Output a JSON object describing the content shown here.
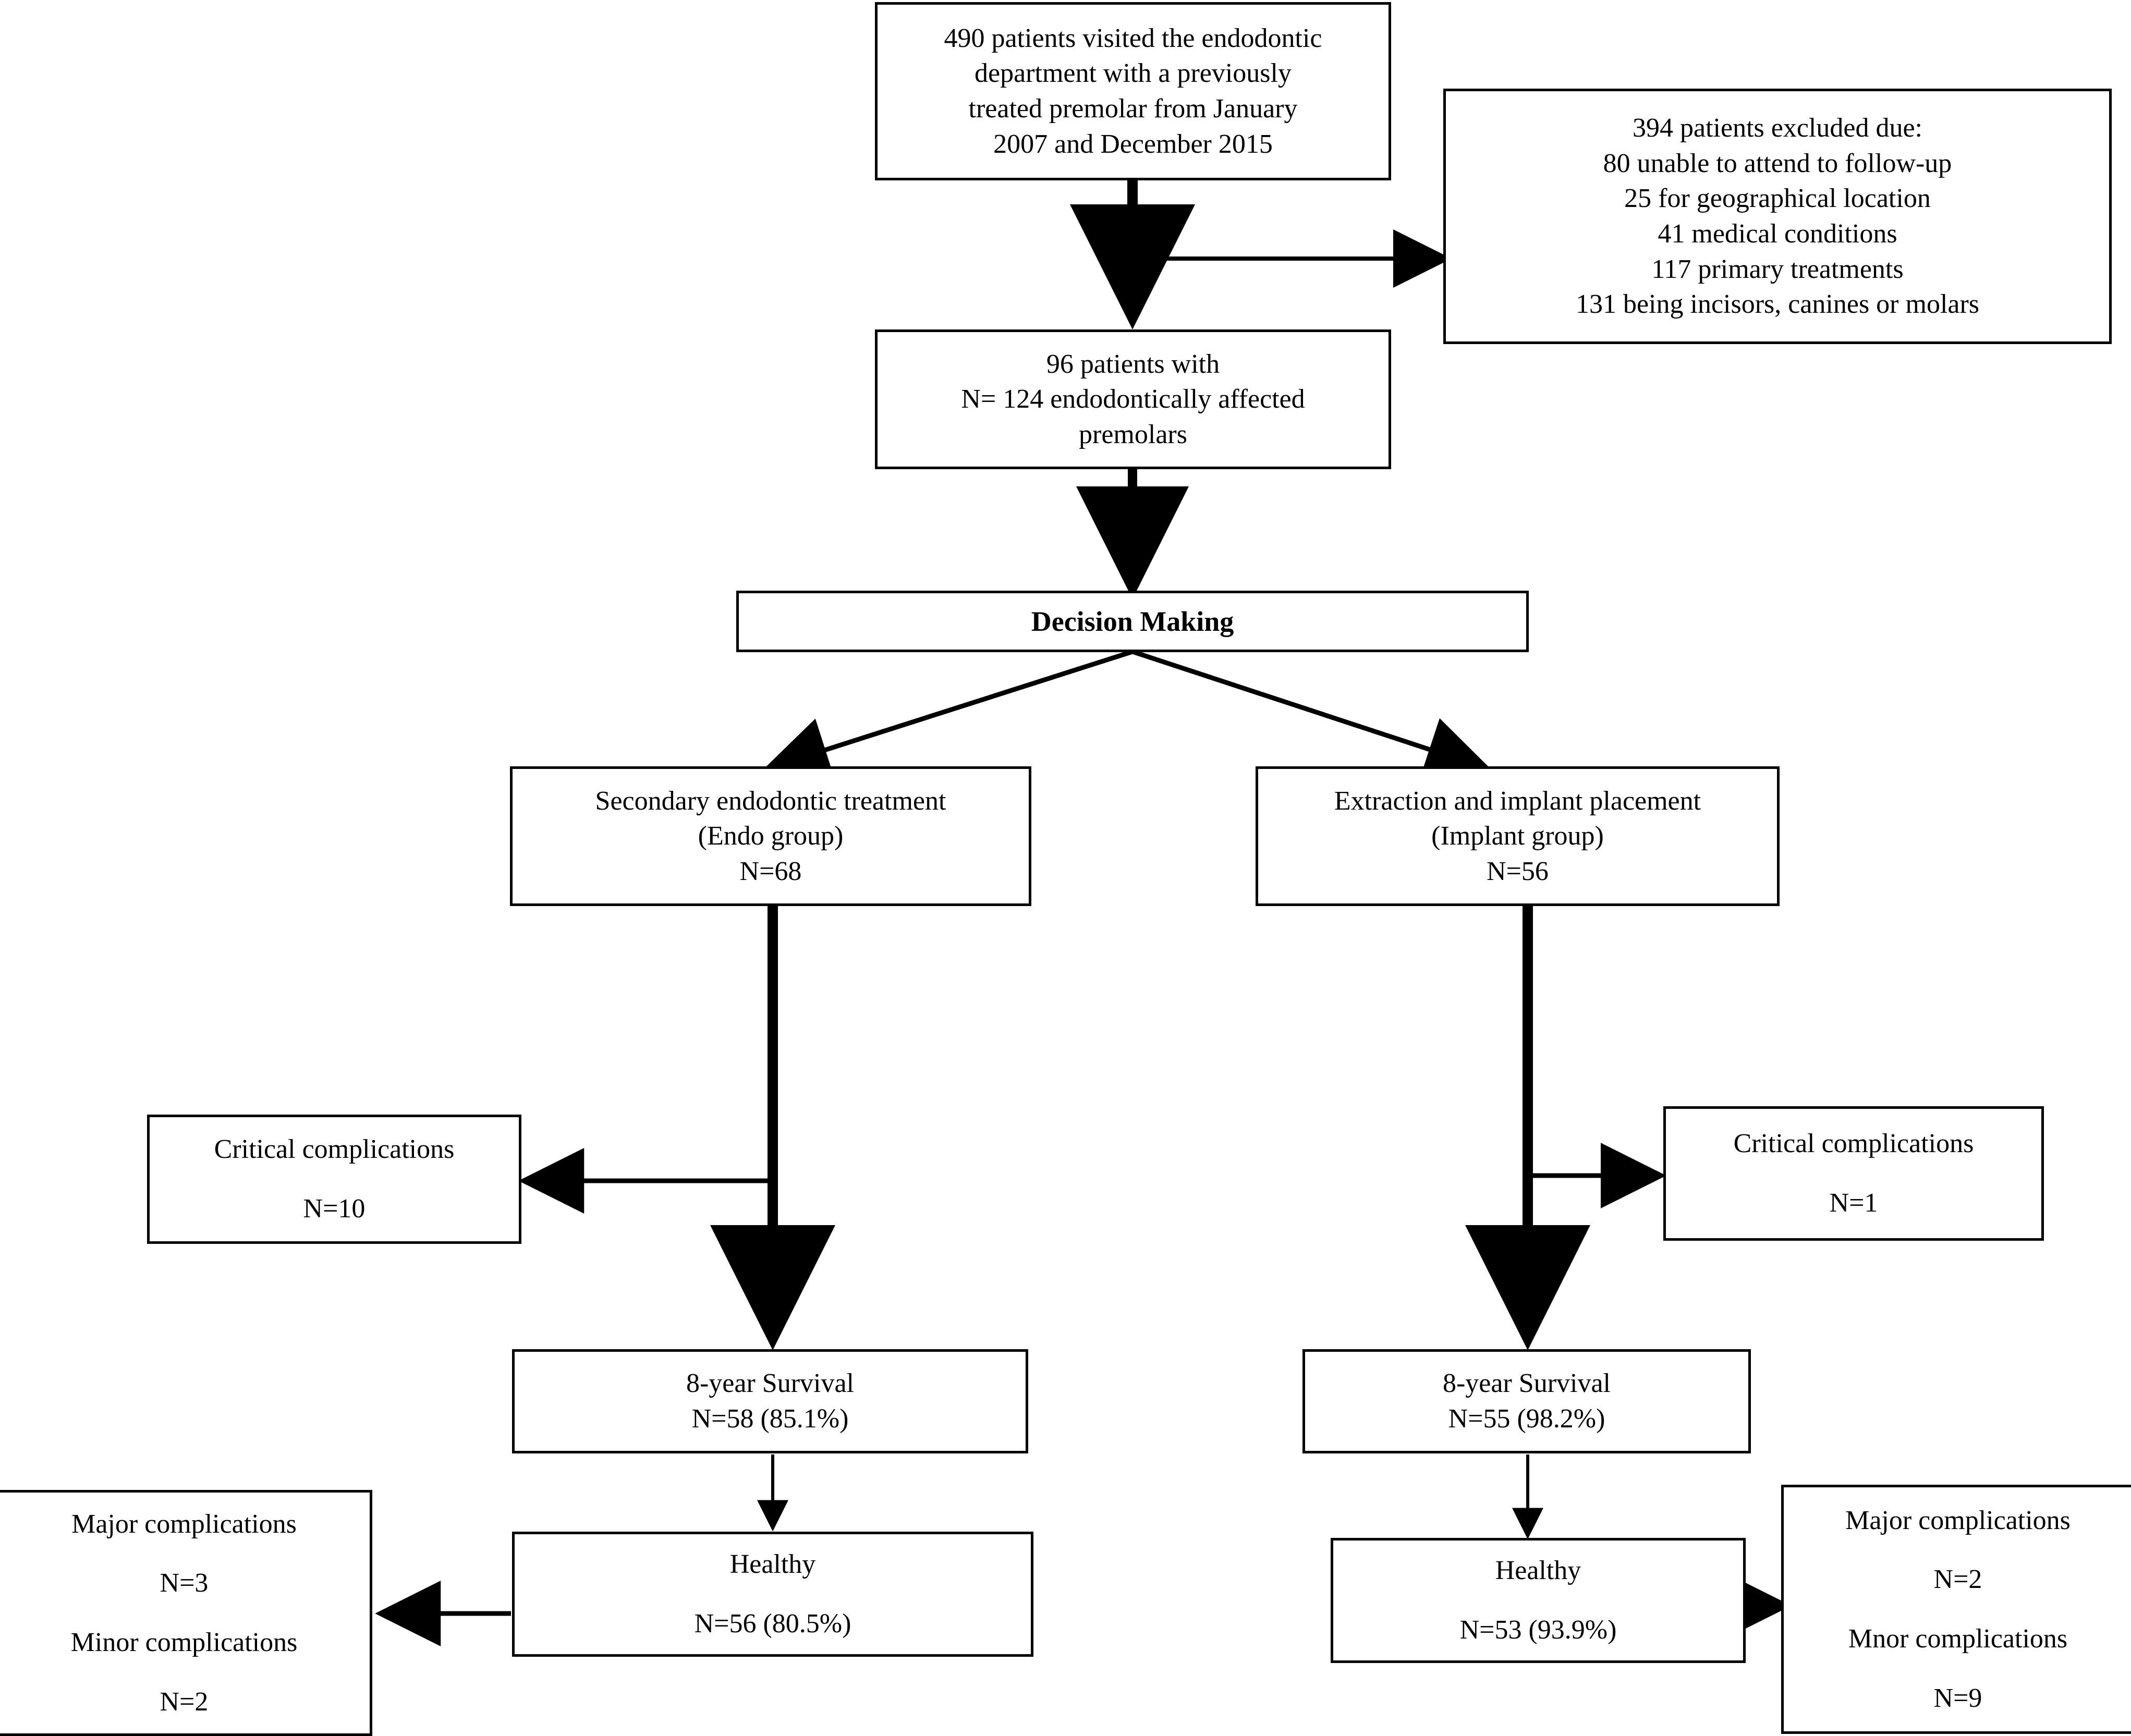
{
  "diagram": {
    "title": "Patient flow diagram: endodontic retreatment versus extraction and implant placement",
    "type": "flowchart",
    "line_color": "#000000",
    "box_fill": "#ffffff",
    "text_color": "#000000"
  },
  "nodes": {
    "enrollment": {
      "lines": [
        "490 patients visited the endodontic",
        "department with a previously",
        "treated premolar from January",
        "2007 and December 2015"
      ]
    },
    "excluded": {
      "lines": [
        "394 patients excluded due:",
        "80 unable to attend to follow-up",
        "25 for geographical location",
        "41 medical conditions",
        "117 primary treatments",
        "131 being incisors, canines or molars"
      ]
    },
    "included": {
      "lines": [
        "96 patients with",
        "N= 124 endodontically affected",
        "premolars"
      ]
    },
    "decision": {
      "lines": [
        "Decision Making"
      ]
    },
    "endo_group": {
      "lines": [
        "Secondary endodontic treatment",
        "(Endo group)",
        "N=68"
      ]
    },
    "implant_group": {
      "lines": [
        "Extraction and implant placement",
        "(Implant group)",
        "N=56"
      ]
    },
    "endo_critical": {
      "lines": [
        "Critical complications",
        "N=10"
      ]
    },
    "implant_critical": {
      "lines": [
        "Critical complications",
        "N=1"
      ]
    },
    "endo_survival": {
      "lines": [
        "8-year Survival",
        "N=58 (85.1%)"
      ]
    },
    "implant_survival": {
      "lines": [
        "8-year Survival",
        "N=55 (98.2%)"
      ]
    },
    "endo_healthy": {
      "lines": [
        "Healthy",
        "N=56 (80.5%)"
      ]
    },
    "implant_healthy": {
      "lines": [
        "Healthy",
        "N=53 (93.9%)"
      ]
    },
    "endo_complications": {
      "lines": [
        "Major complications",
        "N=3",
        "Minor complications",
        "N=2"
      ]
    },
    "implant_complications": {
      "lines": [
        "Major complications",
        "N=2",
        "Mnor complications",
        "N=9"
      ]
    }
  },
  "chart_data": {
    "type": "flowchart",
    "title": "Patient flow diagram",
    "nodes": [
      {
        "id": "enrollment",
        "label": "490 patients visited the endodontic department with a previously treated premolar from January 2007 and December 2015",
        "n": 490
      },
      {
        "id": "excluded",
        "label": "394 patients excluded due:",
        "n": 394,
        "reasons": [
          {
            "label": "unable to attend to follow-up",
            "n": 80
          },
          {
            "label": "for geographical location",
            "n": 25
          },
          {
            "label": "medical conditions",
            "n": 41
          },
          {
            "label": "primary treatments",
            "n": 117
          },
          {
            "label": "being incisors, canines or molars",
            "n": 131
          }
        ]
      },
      {
        "id": "included",
        "label": "96 patients with N= 124 endodontically affected premolars",
        "patients": 96,
        "teeth": 124
      },
      {
        "id": "decision",
        "label": "Decision Making"
      },
      {
        "id": "endo_group",
        "label": "Secondary endodontic treatment (Endo group)",
        "n": 68
      },
      {
        "id": "implant_group",
        "label": "Extraction and implant placement (Implant group)",
        "n": 56
      },
      {
        "id": "endo_critical",
        "label": "Critical complications",
        "n": 10
      },
      {
        "id": "implant_critical",
        "label": "Critical complications",
        "n": 1
      },
      {
        "id": "endo_survival",
        "label": "8-year Survival",
        "n": 58,
        "percent": 85.1
      },
      {
        "id": "implant_survival",
        "label": "8-year Survival",
        "n": 55,
        "percent": 98.2
      },
      {
        "id": "endo_healthy",
        "label": "Healthy",
        "n": 56,
        "percent": 80.5
      },
      {
        "id": "implant_healthy",
        "label": "Healthy",
        "n": 53,
        "percent": 93.9
      },
      {
        "id": "endo_complications",
        "label": "Major complications N=3 / Minor complications N=2",
        "major": 3,
        "minor": 2
      },
      {
        "id": "implant_complications",
        "label": "Major complications N=2 / Mnor complications N=9",
        "major": 2,
        "minor": 9
      }
    ],
    "edges": [
      {
        "from": "enrollment",
        "to": "excluded"
      },
      {
        "from": "enrollment",
        "to": "included"
      },
      {
        "from": "included",
        "to": "decision"
      },
      {
        "from": "decision",
        "to": "endo_group"
      },
      {
        "from": "decision",
        "to": "implant_group"
      },
      {
        "from": "endo_group",
        "to": "endo_critical"
      },
      {
        "from": "endo_group",
        "to": "endo_survival"
      },
      {
        "from": "implant_group",
        "to": "implant_critical"
      },
      {
        "from": "implant_group",
        "to": "implant_survival"
      },
      {
        "from": "endo_survival",
        "to": "endo_healthy"
      },
      {
        "from": "implant_survival",
        "to": "implant_healthy"
      },
      {
        "from": "endo_healthy",
        "to": "endo_complications"
      },
      {
        "from": "implant_healthy",
        "to": "implant_complications"
      }
    ]
  }
}
